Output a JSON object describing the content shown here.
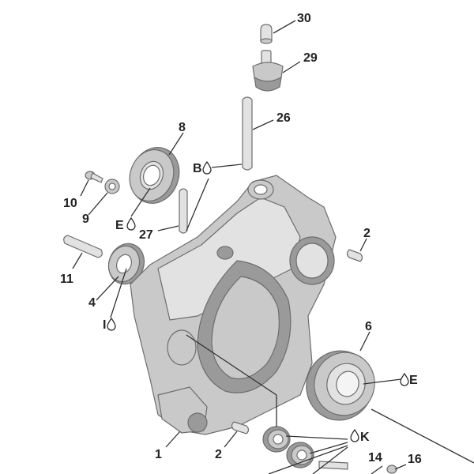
{
  "diagram": {
    "callouts": [
      {
        "id": "30",
        "label": "30"
      },
      {
        "id": "29",
        "label": "29"
      },
      {
        "id": "26",
        "label": "26"
      },
      {
        "id": "8",
        "label": "8"
      },
      {
        "id": "B",
        "label": "B"
      },
      {
        "id": "10",
        "label": "10"
      },
      {
        "id": "9",
        "label": "9"
      },
      {
        "id": "E1",
        "label": "E"
      },
      {
        "id": "27",
        "label": "27"
      },
      {
        "id": "2a",
        "label": "2"
      },
      {
        "id": "11",
        "label": "11"
      },
      {
        "id": "4",
        "label": "4"
      },
      {
        "id": "I",
        "label": "I"
      },
      {
        "id": "6",
        "label": "6"
      },
      {
        "id": "E2",
        "label": "E"
      },
      {
        "id": "1",
        "label": "1"
      },
      {
        "id": "2b",
        "label": "2"
      },
      {
        "id": "K",
        "label": "K"
      },
      {
        "id": "14",
        "label": "14"
      },
      {
        "id": "16",
        "label": "16"
      }
    ],
    "icons": {
      "lubricant": "oil-drop-icon"
    },
    "colors": {
      "part_fill": "#c9c9c9",
      "part_stroke": "#6d6d6d",
      "callout_text": "#222222"
    }
  }
}
